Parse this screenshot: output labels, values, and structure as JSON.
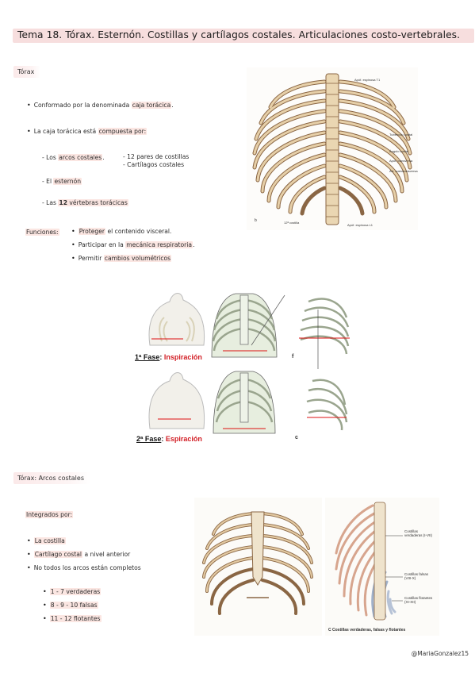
{
  "title": "Tema 18. Tórax. Esternón. Costillas y cartílagos costales. Articulaciones costo-vertebrales.",
  "section1": {
    "tag": "Tórax",
    "bullet1_pre": "Conformado por la denominada ",
    "bullet1_hl": "caja torácica",
    "bullet1_post": ".",
    "bullet2_pre": "La caja torácica está ",
    "bullet2_hl": "compuesta por:",
    "arcos_pre": "- Los ",
    "arcos_hl": "arcos costales",
    "arcos_post": ".",
    "arcos_sub1": "- 12 pares de costillas",
    "arcos_sub2": "- Cartílagos costales",
    "esternon_pre": "- El ",
    "esternon_hl": "esternón",
    "vertebras_pre": "- Las ",
    "vertebras_num": "12",
    "vertebras_hl": " vértebras torácicas",
    "funciones_label": "Funciones:",
    "func1_hl": "Proteger",
    "func1_post": " el contenido visceral.",
    "func2_pre": "Participar en la ",
    "func2_hl": "mecánica respiratoria",
    "func2_post": ".",
    "func3_pre": "Permitir ",
    "func3_hl": "cambios volumétricos"
  },
  "figure1_labels": {
    "l1": "Apóf. espinosa T1",
    "l2": "Tubérculo costal",
    "l3": "Ángulo costal",
    "l4": "Apóf. transversa",
    "l5": "Art. costotransversa",
    "l6": "12ª costilla",
    "l7": "Apóf. espinosa L1",
    "letter": "b"
  },
  "phases": {
    "p1_num": "1ª Fase",
    "p1_sep": ": ",
    "p1_word": "Inspiración",
    "p2_num": "2ª Fase",
    "p2_sep": ": ",
    "p2_word": "Espiración",
    "letter_f": "f",
    "letter_c": "c"
  },
  "section2": {
    "tag": "Tórax: Arcos costales",
    "integrados": "Integrados por:",
    "item1_hl": "La costilla",
    "item2_hl": "Cartílago costal",
    "item2_post": " a nivel anterior",
    "item3": "No todos los arcos están completos",
    "sub1": "1 - 7 verdaderas",
    "sub2": "8 - 9 - 10 falsas",
    "sub3": "11 - 12 flotantes"
  },
  "figure3_labels": {
    "a": "Costillas verdaderas (I-VII)",
    "b": "Costillas falsas (VIII-X)",
    "c": "Costillas flotantes (XI-XII)",
    "caption": "C  Costillas verdaderas, falsas y flotantes"
  },
  "watermark": "@MariaGonzalez15"
}
